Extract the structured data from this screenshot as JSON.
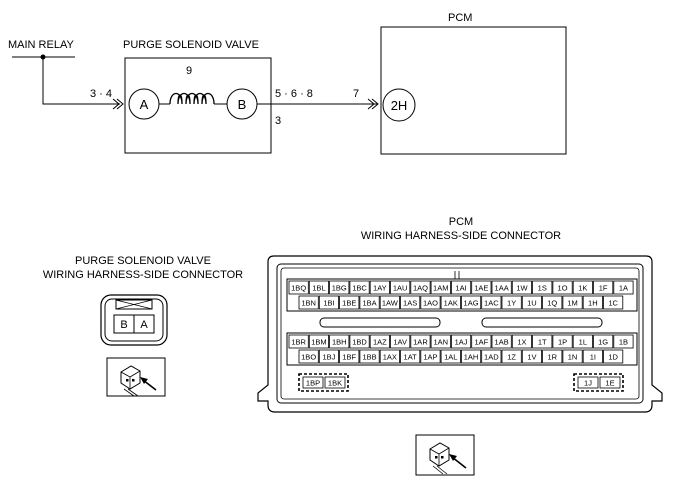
{
  "schematic": {
    "main_relay_label": "MAIN RELAY",
    "purge_valve_title": "PURGE SOLENOID VALVE",
    "pcm_title": "PCM",
    "terminal_a": "A",
    "terminal_b": "B",
    "pcm_terminal": "2H",
    "ref_left": "3 · 4",
    "ref_coil": "9",
    "ref_right_top": "5 · 6 · 8",
    "ref_right_bottom": "3",
    "ref_pcm": "7"
  },
  "purge_connector": {
    "title_line1": "PURGE SOLENOID VALVE",
    "title_line2": "WIRING HARNESS-SIDE CONNECTOR",
    "pins": [
      "B",
      "A"
    ]
  },
  "pcm_connector": {
    "title_line1": "PCM",
    "title_line2": "WIRING HARNESS-SIDE CONNECTOR",
    "upper_row1": [
      "1BQ",
      "1BL",
      "1BG",
      "1BC",
      "1AY",
      "1AU",
      "1AQ",
      "1AM",
      "1AI",
      "1AE",
      "1AA",
      "1W",
      "1S",
      "1O",
      "1K",
      "1F",
      "1A"
    ],
    "upper_row2": [
      "1BN",
      "1BI",
      "1BE",
      "1BA",
      "1AW",
      "1AS",
      "1AO",
      "1AK",
      "1AG",
      "1AC",
      "1Y",
      "1U",
      "1Q",
      "1M",
      "1H",
      "1C"
    ],
    "lower_row1": [
      "1BR",
      "1BM",
      "1BH",
      "1BD",
      "1AZ",
      "1AV",
      "1AR",
      "1AN",
      "1AJ",
      "1AF",
      "1AB",
      "1X",
      "1T",
      "1P",
      "1L",
      "1G",
      "1B"
    ],
    "lower_row2": [
      "1BO",
      "1BJ",
      "1BF",
      "1BB",
      "1AX",
      "1AT",
      "1AP",
      "1AL",
      "1AH",
      "1AD",
      "1Z",
      "1V",
      "1R",
      "1N",
      "1I",
      "1D"
    ],
    "left_power_pins": [
      "1BP",
      "1BK"
    ],
    "right_power_pins": [
      "1J",
      "1E"
    ]
  },
  "icons": [
    "connector-view-icon",
    "connector-view-icon"
  ]
}
